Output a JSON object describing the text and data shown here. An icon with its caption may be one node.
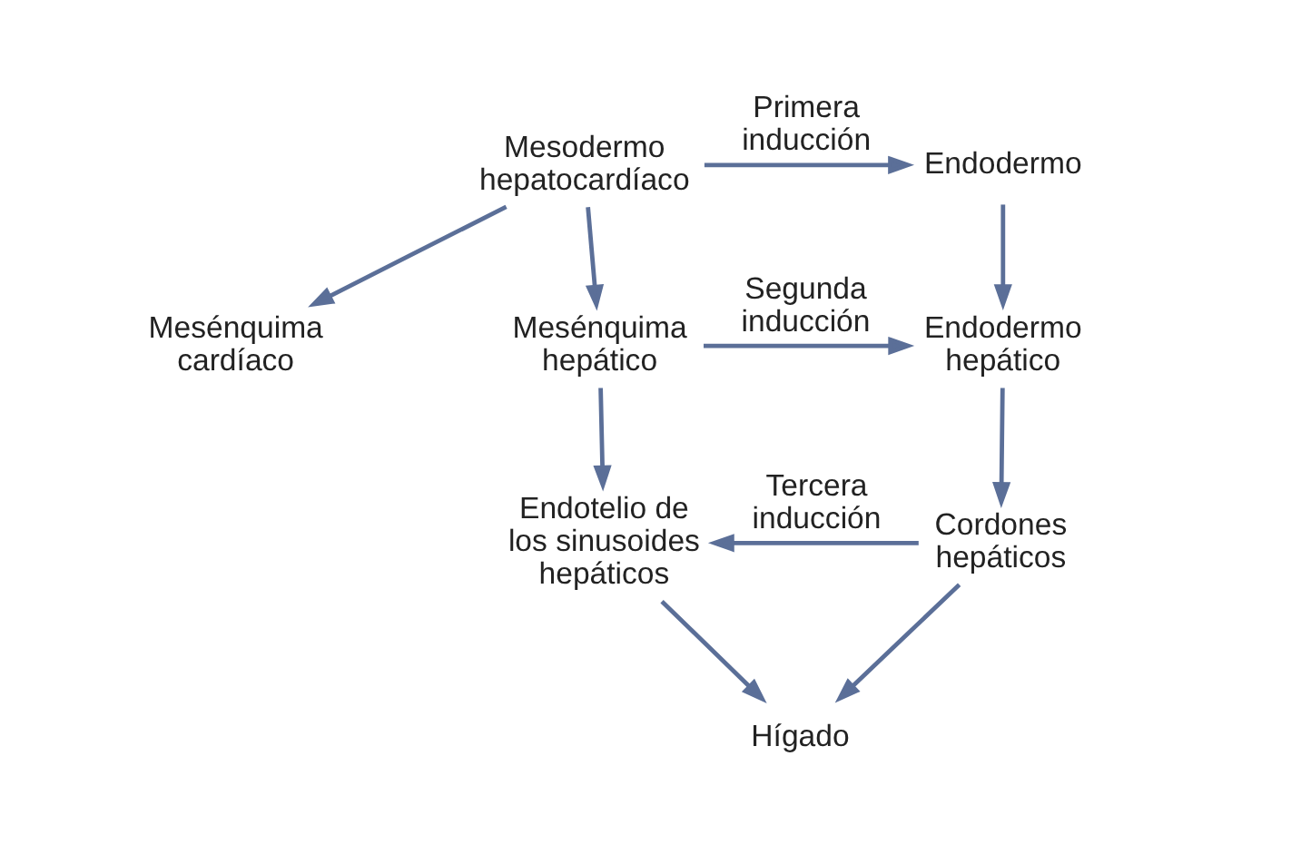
{
  "diagram": {
    "nodes": [
      {
        "text": [
          "Mesodermo hepatocardíaco"
        ]
      },
      {
        "text": [
          "Endodermo"
        ]
      },
      {
        "text": [
          "Mesénquima cardíaco"
        ]
      },
      {
        "text": [
          "Mesénquima hepático"
        ]
      },
      {
        "text": [
          "Endodermo hepático"
        ]
      },
      {
        "text": [
          "Endotelio de los sinusoides hepáticos"
        ]
      },
      {
        "text": [
          "Cordones hepáticos"
        ]
      },
      {
        "text": [
          "Hígado"
        ]
      }
    ],
    "edges": [
      {
        "from": 0,
        "to": 1,
        "arrow": "to",
        "label": "Primera inducción"
      },
      {
        "from": 0,
        "to": 2,
        "arrow": "to"
      },
      {
        "from": 0,
        "to": 3,
        "arrow": "to"
      },
      {
        "from": 1,
        "to": 4,
        "arrow": "to"
      },
      {
        "from": 3,
        "to": 4,
        "arrow": "to",
        "label": "Segunda inducción"
      },
      {
        "from": 3,
        "to": 5,
        "arrow": "to"
      },
      {
        "from": 4,
        "to": 6,
        "arrow": "to"
      },
      {
        "from": 6,
        "to": 5,
        "arrow": "to",
        "label": "Tercera inducción"
      },
      {
        "from": 5,
        "to": 7,
        "arrow": "to"
      },
      {
        "from": 6,
        "to": 7,
        "arrow": "to"
      }
    ]
  }
}
